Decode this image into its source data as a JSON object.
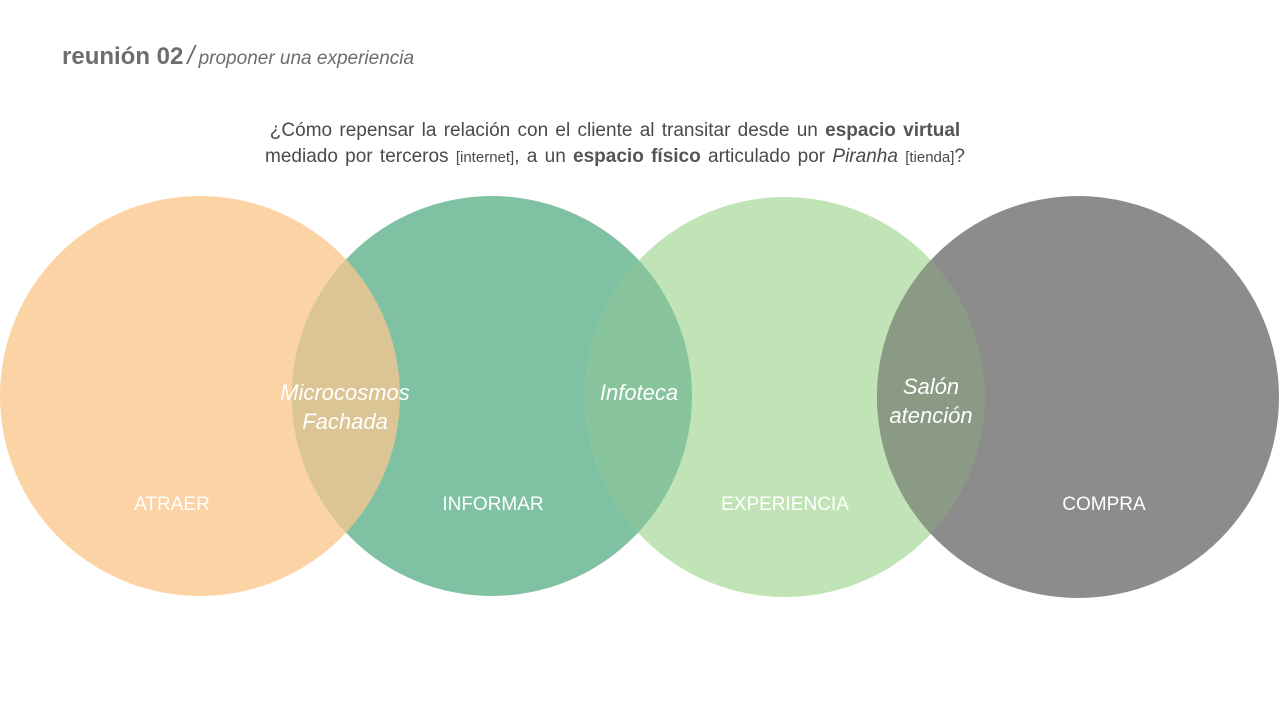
{
  "header": {
    "title": "reunión 02",
    "separator": "/",
    "subtitle": "proponer una experiencia"
  },
  "question": {
    "line1": {
      "part1": "¿Cómo repensar la relación con el cliente al transitar desde un",
      "bold1": "espacio virtual"
    },
    "line2": {
      "part1": "mediado por terceros",
      "small1": "[internet]",
      "part2": ", a un",
      "bold1": "espacio físico",
      "part3": "articulado por",
      "italic1": "Piranha",
      "small2": "[tienda]",
      "part4": "?"
    }
  },
  "diagram": {
    "circles": [
      {
        "label": "ATRAER",
        "color": "#fbd3a5"
      },
      {
        "label": "INFORMAR",
        "color": "#7fc1a3"
      },
      {
        "label": "EXPERIENCIA",
        "color": "#c0e4b5"
      },
      {
        "label": "COMPRA",
        "color": "#8c8c8c"
      }
    ],
    "overlaps": [
      {
        "lines": [
          "Microcosmos",
          "Fachada"
        ],
        "color": "#dcc594"
      },
      {
        "lines": [
          "Infoteca"
        ],
        "color": "#87c49c"
      },
      {
        "lines": [
          "Salón",
          "atención"
        ],
        "color": "#8a9a84"
      }
    ]
  }
}
